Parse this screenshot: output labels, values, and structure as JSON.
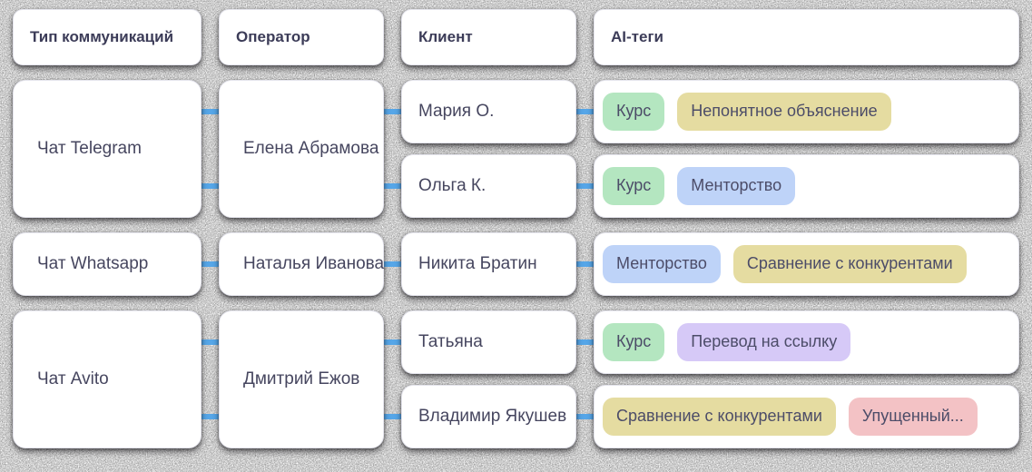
{
  "header": {
    "columns": [
      "Тип коммуникаций",
      "Оператор",
      "Клиент",
      "AI-теги"
    ]
  },
  "colors": {
    "connector": "#56a6e8",
    "tag_text": "#4c4c68",
    "tags": {
      "green": "#b4e6c0",
      "yellow": "#e5dca1",
      "blue": "#bed3f8",
      "purple": "#d6c9f7",
      "pink": "#f3c2c5"
    }
  },
  "groups": [
    {
      "type": "Чат Telegram",
      "operator": "Елена Абрамова",
      "clients": [
        {
          "name": "Мария О.",
          "tags": [
            {
              "label": "Курс",
              "color": "green"
            },
            {
              "label": "Непонятное объяснение",
              "color": "yellow"
            }
          ]
        },
        {
          "name": "Ольга К.",
          "tags": [
            {
              "label": "Курс",
              "color": "green"
            },
            {
              "label": "Менторство",
              "color": "blue"
            }
          ]
        }
      ]
    },
    {
      "type": "Чат Whatsapp",
      "operator": "Наталья Иванова",
      "clients": [
        {
          "name": "Никита Братин",
          "tags": [
            {
              "label": "Менторство",
              "color": "blue"
            },
            {
              "label": "Сравнение с конкурентами",
              "color": "yellow"
            }
          ]
        }
      ]
    },
    {
      "type": "Чат Avito",
      "operator": "Дмитрий Ежов",
      "clients": [
        {
          "name": "Татьяна",
          "tags": [
            {
              "label": "Курс",
              "color": "green"
            },
            {
              "label": "Перевод на ссылку",
              "color": "purple"
            }
          ]
        },
        {
          "name": "Владимир Якушев",
          "tags": [
            {
              "label": "Сравнение с конкурентами",
              "color": "yellow"
            },
            {
              "label": "Упущенный...",
              "color": "pink"
            }
          ]
        }
      ]
    }
  ]
}
